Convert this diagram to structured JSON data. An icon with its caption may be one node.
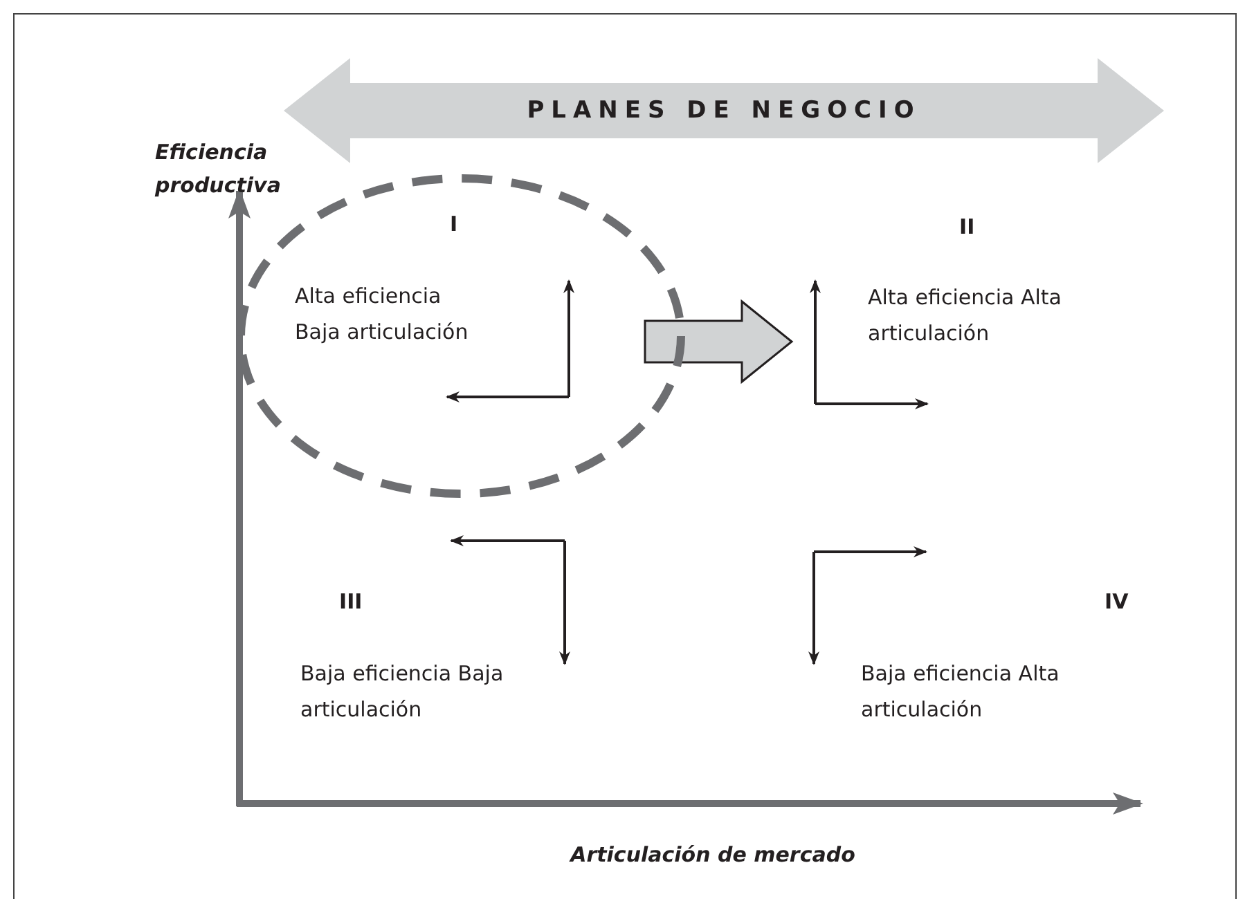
{
  "diagram": {
    "nodes": [
      {
        "text": [
          "PLANES DE NEGOCIO"
        ]
      },
      {
        "text": [
          "I",
          "Alta eficiencia Baja articulación"
        ]
      },
      {
        "text": [
          "II",
          "Alta eficiencia Alta articulación"
        ]
      }
    ],
    "edges": [
      {
        "from": 1,
        "to": 2,
        "arrow": "to",
        "style": "thick"
      }
    ],
    "labels": [
      "Eficiencia productiva",
      "III",
      "IV",
      "Baja eficiencia Baja articulación",
      "Baja eficiencia Alta articulación",
      "Articulación de mercado"
    ]
  }
}
